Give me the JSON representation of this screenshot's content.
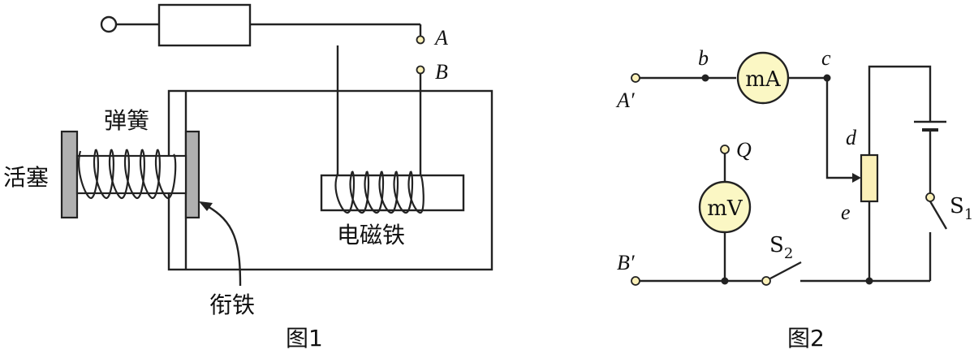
{
  "figure1": {
    "caption": "图1",
    "labels": {
      "spring": "弹簧",
      "piston": "活塞",
      "armature": "衔铁",
      "electromagnet": "电磁铁",
      "terminal_a": "A",
      "terminal_b": "B"
    }
  },
  "figure2": {
    "caption": "图2",
    "labels": {
      "b": "b",
      "c": "c",
      "d": "d",
      "e": "e",
      "terminal_a_prime": "A′",
      "terminal_b_prime": "B′",
      "q": "Q",
      "s1_main": "S",
      "s1_sub": "1",
      "s2_main": "S",
      "s2_sub": "2"
    },
    "meters": {
      "milliammeter": "mA",
      "millivoltmeter": "mV"
    }
  },
  "colors": {
    "wire": "#222222",
    "meter_fill": "#fbf7c4",
    "terminal_fill": "#fbf0b8",
    "piston_fill": "#b0b0b0"
  }
}
